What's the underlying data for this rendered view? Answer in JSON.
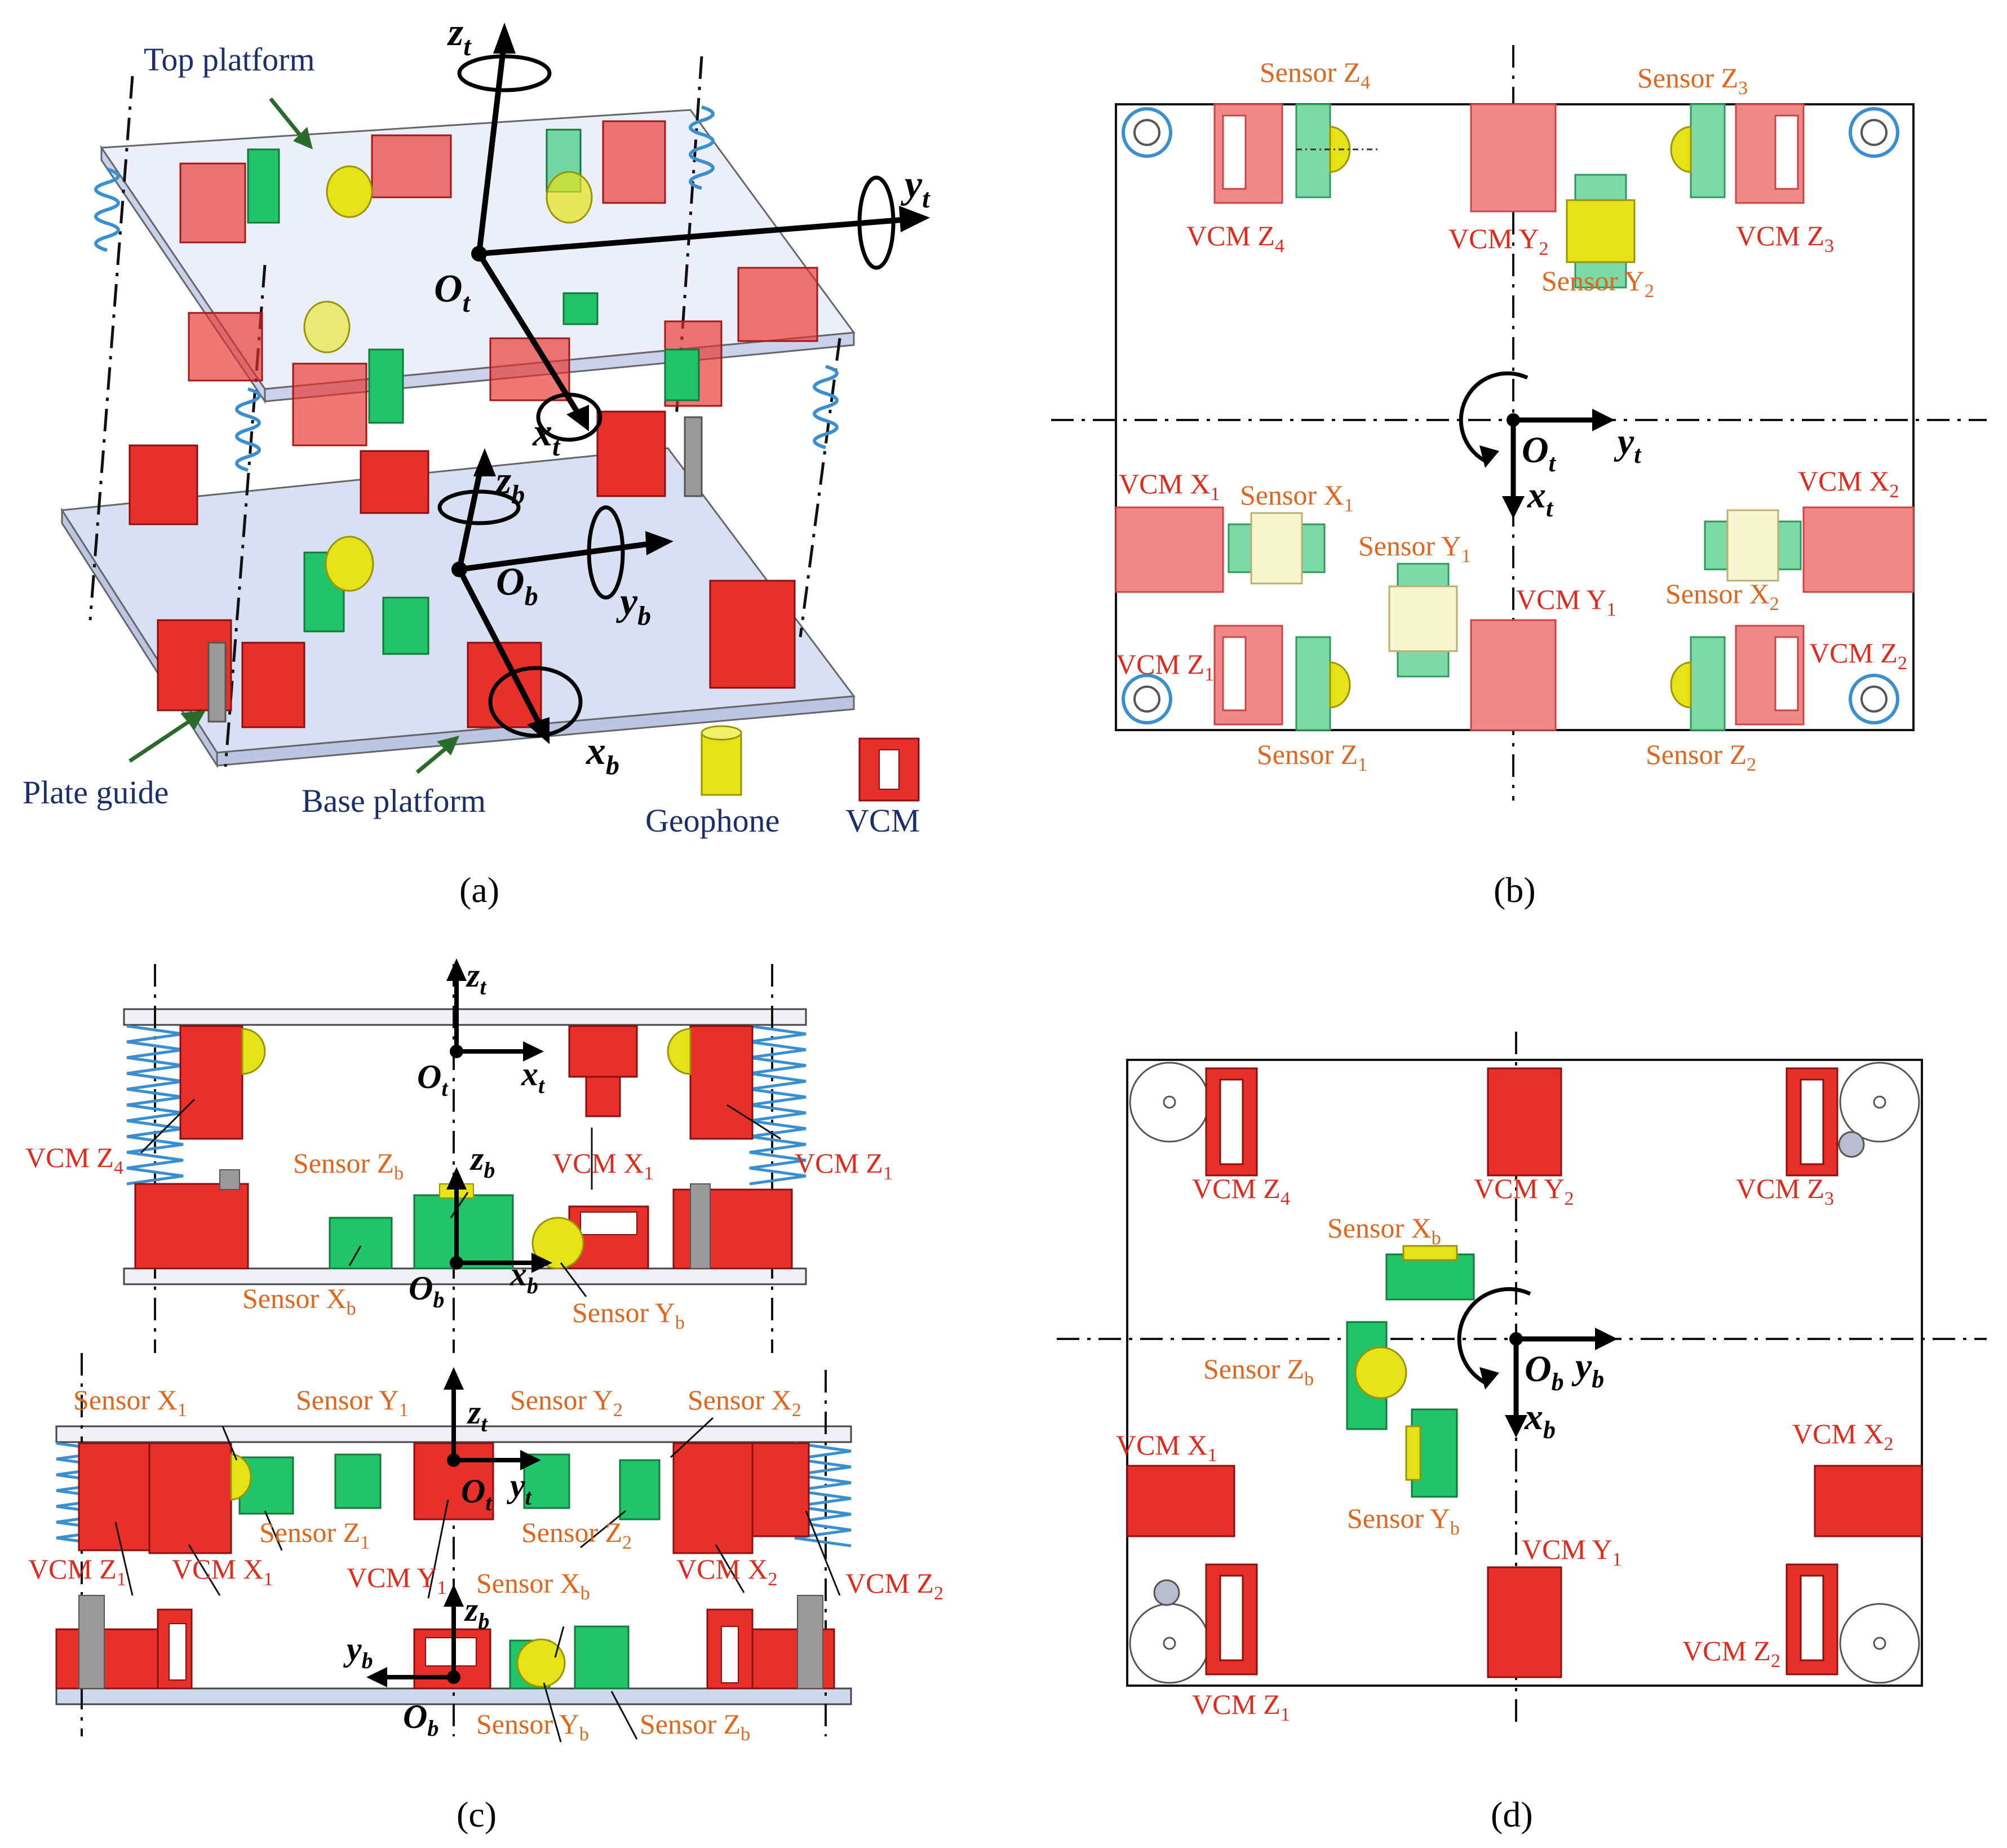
{
  "panels": {
    "a": {
      "caption": "(a)",
      "labels": {
        "top_platform": "Top platform",
        "base_platform": "Base platform",
        "plate_guide": "Plate guide",
        "geophone": "Geophone",
        "vcm": "VCM",
        "zt": "z",
        "zt_sub": "t",
        "yt": "y",
        "yt_sub": "t",
        "ot": "O",
        "ot_sub": "t",
        "xt": "x",
        "xt_sub": "t",
        "zb": "z",
        "zb_sub": "b",
        "yb": "y",
        "yb_sub": "b",
        "ob": "O",
        "ob_sub": "b",
        "xb": "x",
        "xb_sub": "b"
      }
    },
    "b": {
      "caption": "(b)",
      "labels": {
        "sensor_z4": "Sensor Z",
        "sensor_z4_sub": "4",
        "sensor_z3": "Sensor Z",
        "sensor_z3_sub": "3",
        "vcm_z4": "VCM Z",
        "vcm_z4_sub": "4",
        "vcm_y2": "VCM Y",
        "vcm_y2_sub": "2",
        "vcm_z3": "VCM Z",
        "vcm_z3_sub": "3",
        "sensor_y2": "Sensor  Y",
        "sensor_y2_sub": "2",
        "ot": "O",
        "ot_sub": "t",
        "yt": "y",
        "yt_sub": "t",
        "xt": "x",
        "xt_sub": "t",
        "vcm_x1": "VCM X",
        "vcm_x1_sub": "1",
        "sensor_x1": "Sensor X",
        "sensor_x1_sub": "1",
        "vcm_x2": "VCM X",
        "vcm_x2_sub": "2",
        "sensor_y1": "Sensor Y",
        "sensor_y1_sub": "1",
        "vcm_y1": "VCM Y",
        "vcm_y1_sub": "1",
        "sensor_x2": "Sensor X",
        "sensor_x2_sub": "2",
        "vcm_z1": "VCM Z",
        "vcm_z1_sub": "1",
        "vcm_z2": "VCM Z",
        "vcm_z2_sub": "2",
        "sensor_z1": "Sensor Z",
        "sensor_z1_sub": "1",
        "sensor_z2": "Sensor Z",
        "sensor_z2_sub": "2"
      }
    },
    "c": {
      "caption": "(c)",
      "labels": {
        "zt": "z",
        "zt_sub": "t",
        "ot": "O",
        "ot_sub": "t",
        "xt": "x",
        "xt_sub": "t",
        "vcm_z4": "VCM Z",
        "vcm_z4_sub": "4",
        "sensor_zb": "Sensor Z",
        "sensor_zb_sub": "b",
        "zb": "z",
        "zb_sub": "b",
        "vcm_x1": "VCM X",
        "vcm_x1_sub": "1",
        "vcm_z1": "VCM Z",
        "vcm_z1_sub": "1",
        "sensor_xb": "Sensor X",
        "sensor_xb_sub": "b",
        "ob": "O",
        "ob_sub": "b",
        "xb": "x",
        "xb_sub": "b",
        "sensor_yb": "Sensor Y",
        "sensor_yb_sub": "b",
        "sensor_x1": "Sensor X",
        "sensor_x1_sub": "1",
        "sensor_y1": "Sensor Y",
        "sensor_y1_sub": "1",
        "sensor_y2": "Sensor Y",
        "sensor_y2_sub": "2",
        "sensor_x2": "Sensor X",
        "sensor_x2_sub": "2",
        "zt2": "z",
        "zt2_sub": "t",
        "ot2": "O",
        "ot2_sub": "t",
        "yt2": "y",
        "yt2_sub": "t",
        "sensor_z1": "Sensor Z",
        "sensor_z1_sub": "1",
        "sensor_z2": "Sensor Z",
        "sensor_z2_sub": "2",
        "vcm_z1b": "VCM Z",
        "vcm_z1b_sub": "1",
        "vcm_x1b": "VCM X",
        "vcm_x1b_sub": "1",
        "vcm_y1": "VCM Y",
        "vcm_y1_sub": "1",
        "sensor_xb2": "Sensor X",
        "sensor_xb2_sub": "b",
        "vcm_x2": "VCM X",
        "vcm_x2_sub": "2",
        "vcm_z2": "VCM Z",
        "vcm_z2_sub": "2",
        "zb2": "z",
        "zb2_sub": "b",
        "yb2": "y",
        "yb2_sub": "b",
        "ob2": "O",
        "ob2_sub": "b",
        "sensor_yb2": "Sensor Y",
        "sensor_yb2_sub": "b",
        "sensor_zb2": "Sensor Z",
        "sensor_zb2_sub": "b"
      }
    },
    "d": {
      "caption": "(d)",
      "labels": {
        "vcm_z4": "VCM Z",
        "vcm_z4_sub": "4",
        "vcm_y2": "VCM Y",
        "vcm_y2_sub": "2",
        "vcm_z3": "VCM Z",
        "vcm_z3_sub": "3",
        "sensor_xb": "Sensor X",
        "sensor_xb_sub": "b",
        "sensor_zb": "Sensor Z",
        "sensor_zb_sub": "b",
        "ob": "O",
        "ob_sub": "b",
        "yb": "y",
        "yb_sub": "b",
        "xb": "x",
        "xb_sub": "b",
        "vcm_x1": "VCM X",
        "vcm_x1_sub": "1",
        "vcm_x2": "VCM X",
        "vcm_x2_sub": "2",
        "sensor_yb": "Sensor Y",
        "sensor_yb_sub": "b",
        "vcm_y1": "VCM Y",
        "vcm_y1_sub": "1",
        "vcm_z2": "VCM Z",
        "vcm_z2_sub": "2",
        "vcm_z1": "VCM Z",
        "vcm_z1_sub": "1"
      }
    }
  },
  "colors": {
    "vcm_red": "#e8302a",
    "vcm_light": "#f08a8a",
    "sensor_green": "#22c46a",
    "sensor_light_green": "#8fe3b4",
    "geophone_yellow": "#e6e21a",
    "spring_blue": "#3a8fd0",
    "label_orange": "#e0661e",
    "label_red": "#e02a1c",
    "label_navy": "#1a2f6b",
    "pointer_green": "#2a6a2a",
    "platform_fill": "#dfe6f6"
  }
}
